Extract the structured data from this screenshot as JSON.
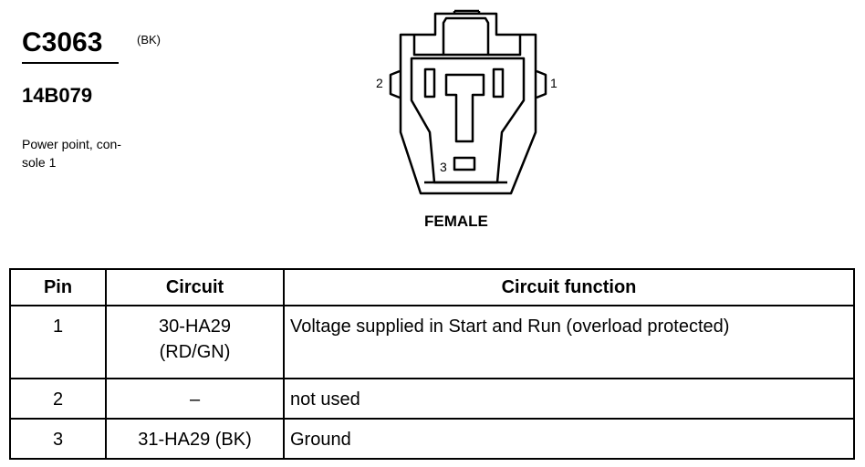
{
  "header": {
    "connector_id": "C3063",
    "color_code": "(BK)",
    "part_number": "14B079",
    "description": "Power point, con-\nsole 1"
  },
  "diagram": {
    "pin_labels": {
      "pin1": "1",
      "pin2": "2",
      "pin3": "3"
    },
    "caption": "FEMALE"
  },
  "table": {
    "headers": [
      "Pin",
      "Circuit",
      "Circuit function"
    ],
    "rows": [
      {
        "pin": "1",
        "circuit": "30-HA29\n(RD/GN)",
        "function": "Voltage supplied in Start and Run (overload protected)"
      },
      {
        "pin": "2",
        "circuit": "–",
        "function": "not used"
      },
      {
        "pin": "3",
        "circuit": "31-HA29 (BK)",
        "function": "Ground"
      }
    ]
  }
}
